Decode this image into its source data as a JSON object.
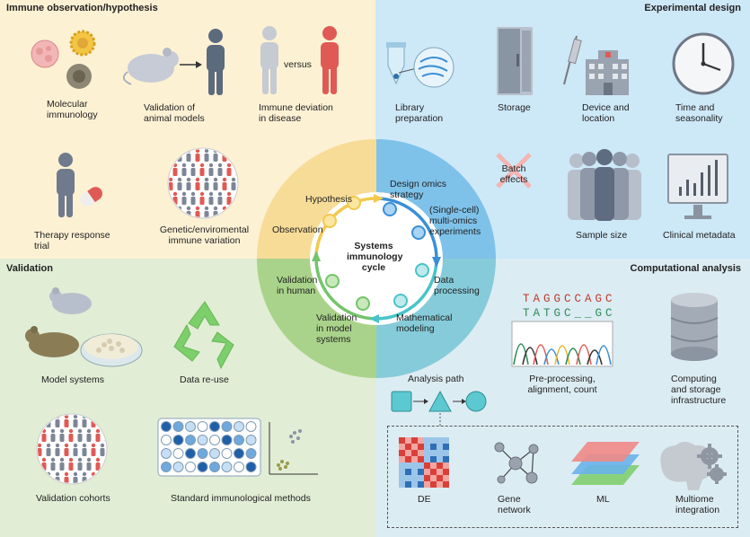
{
  "sections": {
    "immune": "Immune observation/hypothesis",
    "design": "Experimental design",
    "validation": "Validation",
    "computational": "Computational analysis"
  },
  "immune_items": {
    "molecular": "Molecular\nimmunology",
    "animal": "Validation of\nanimal models",
    "versus": "versus",
    "deviation": "Immune deviation\nin disease",
    "therapy": "Therapy response\ntrial",
    "genetic": "Genetic/enviromental\nimmune variation"
  },
  "design_items": {
    "library": "Library\npreparation",
    "storage": "Storage",
    "device": "Device and\nlocation",
    "time": "Time and\nseasonality",
    "batch": "Batch\neffects",
    "sample": "Sample size",
    "clinical": "Clinical metadata"
  },
  "validation_items": {
    "model": "Model systems",
    "reuse": "Data re-use",
    "cohorts": "Validation cohorts",
    "methods": "Standard immunological methods"
  },
  "comp_items": {
    "seq1": "TAGGCCAGC",
    "seq2": "TATGC__GC",
    "preprocess": "Pre-processing,\nalignment, count",
    "computing": "Computing\nand storage\ninfrastructure",
    "analysis_path": "Analysis path",
    "de": "DE",
    "gene_network": "Gene\nnetwork",
    "ml": "ML",
    "multiome": "Multiome\nintegration"
  },
  "cycle": {
    "center": "Systems\nimmunology\ncycle",
    "steps": {
      "hypothesis": "Hypothesis",
      "observation": "Observation",
      "design_omics": "Design omics\nstrategy",
      "multiomics": "(Single-cell)\nmulti-omics\nexperiments",
      "data_processing": "Data\nprocessing",
      "modeling": "Mathematical\nmodeling",
      "val_model": "Validation\nin model\nsystems",
      "val_human": "Validation\nin human"
    }
  },
  "colors": {
    "yellow_bg": "#fdf1d4",
    "blue_bg": "#cde8f7",
    "green_bg": "#e1edd5",
    "teal_bg": "#dcecf3",
    "red_figure": "#e05a55",
    "grey_figure": "#7d8696",
    "node_yellow": "#f2c94c",
    "node_blue": "#3a8fd6",
    "node_teal": "#48c4c9",
    "node_green": "#73c46a"
  }
}
